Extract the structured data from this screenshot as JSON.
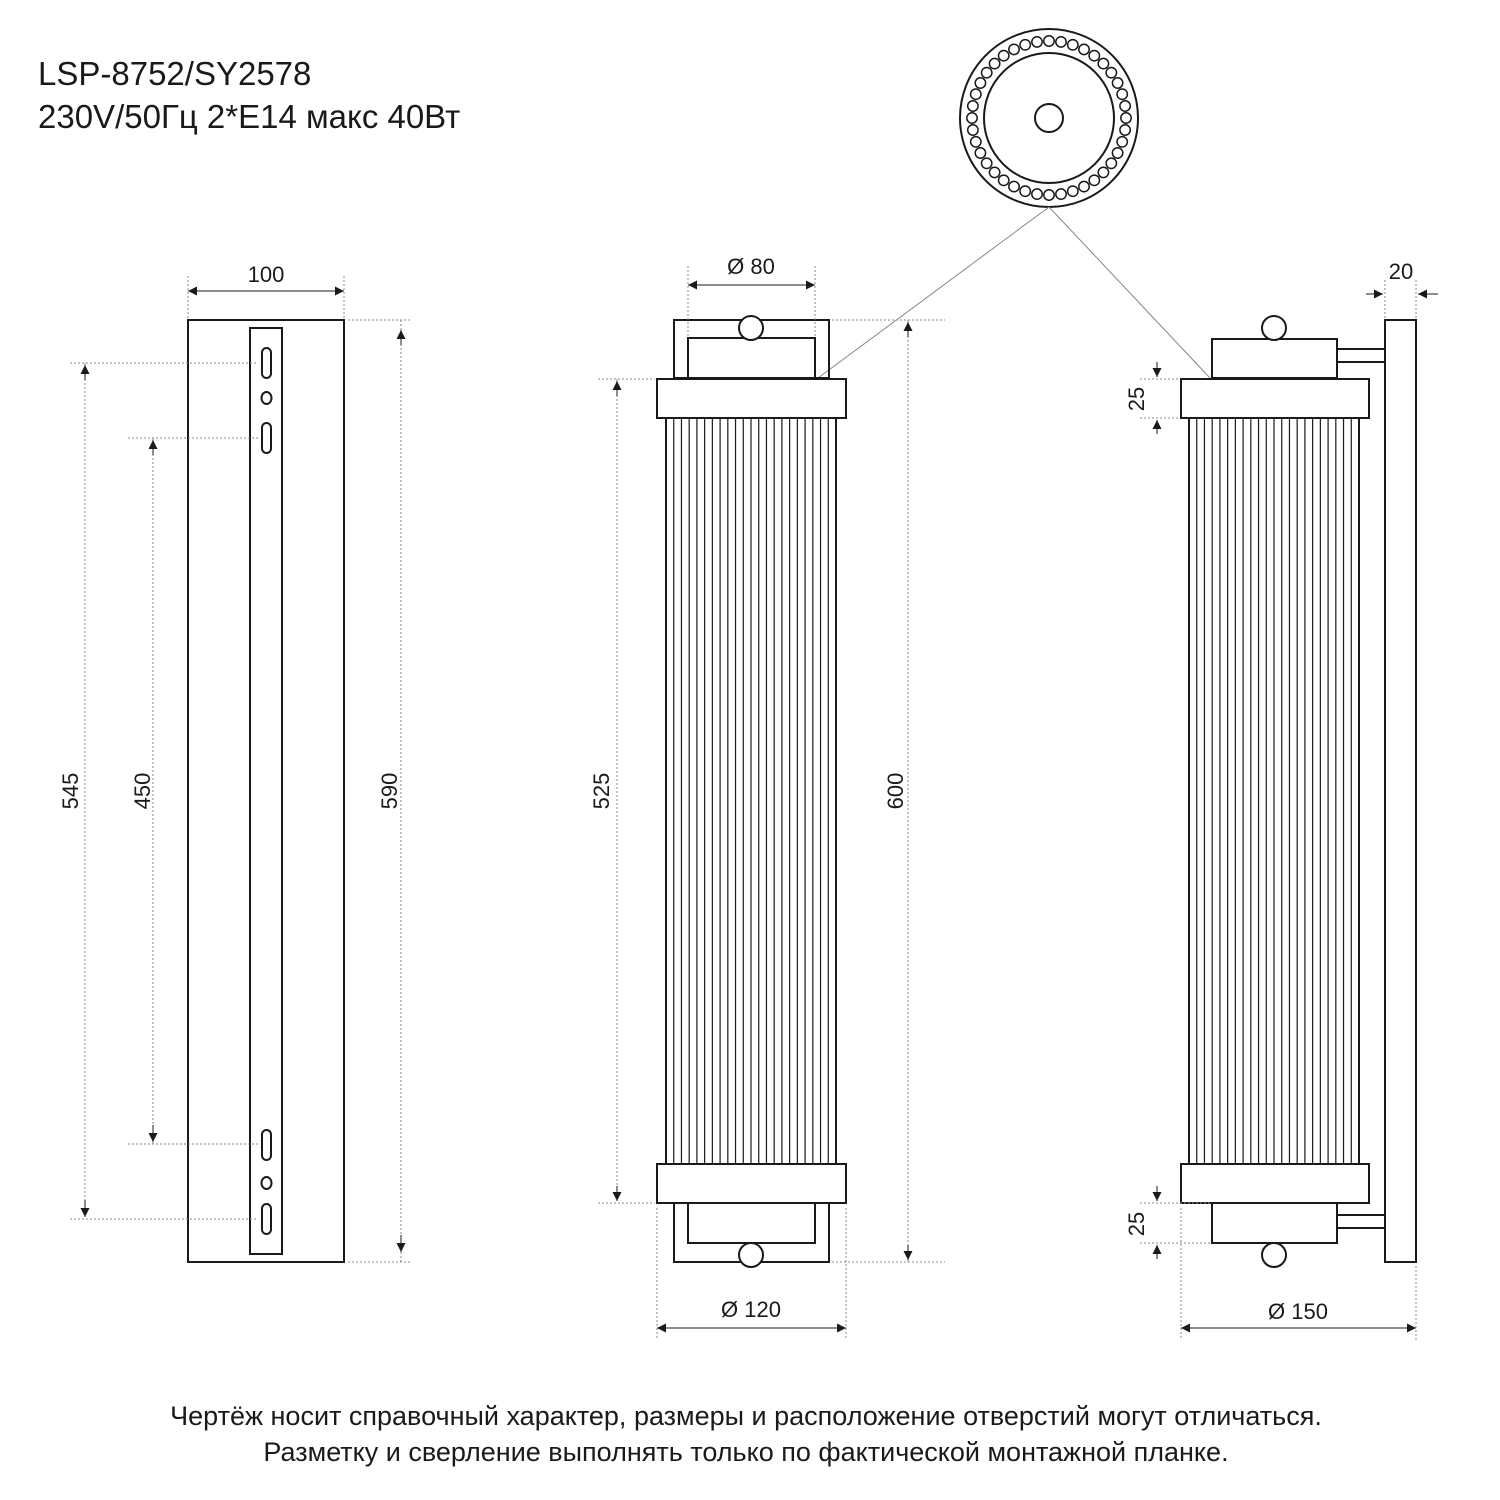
{
  "header": {
    "model": "LSP-8752/SY2578",
    "spec": "230V/50Гц  2*E14 макс 40Вт"
  },
  "dimensions": {
    "plate_width": "100",
    "plate_height": "590",
    "hole_spacing_outer": "545",
    "hole_spacing_inner": "450",
    "cap_diameter": "Ø 80",
    "shade_length": "525",
    "total_length": "600",
    "ring_diameter": "Ø 120",
    "depth_diameter": "Ø 150",
    "plate_thickness": "20",
    "cap_height_top": "25",
    "cap_height_bottom": "25"
  },
  "footer": {
    "line1": "Чертёж носит справочный характер, размеры и расположение отверстий могут отличаться.",
    "line2": "Разметку и сверление выполнять только по фактической монтажной планке."
  }
}
